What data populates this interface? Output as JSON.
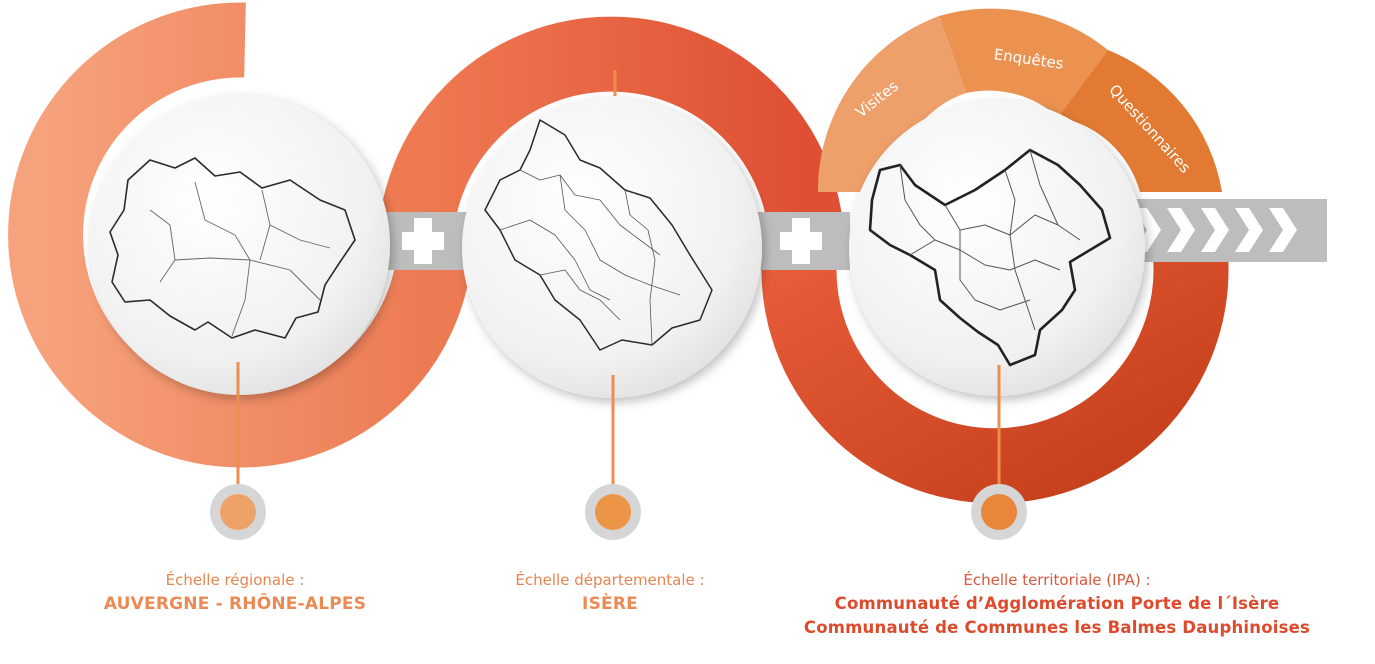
{
  "tabs": [
    "Visites",
    "Enquêtes",
    "Questionnaires"
  ],
  "scales": [
    {
      "subtitle": "Échelle régionale :",
      "title": "AUVERGNE - RHÔNE-ALPES"
    },
    {
      "subtitle": "Échelle départementale :",
      "title": "ISÈRE"
    },
    {
      "subtitle": "Échelle territoriale (IPA) :",
      "title_line1": "Communauté d’Agglomération Porte de l´Isère",
      "title_line2": "Communauté de Communes les Balmes Dauphinoises"
    }
  ],
  "icons": [
    "plus-icon",
    "plus-icon",
    "chevron-arrow-icon"
  ],
  "colors": {
    "orange_light": "#f2936a",
    "orange_mid": "#e8603c",
    "orange_dark": "#c9401f",
    "tab_light": "#eea06a",
    "tab_mid": "#eb9251",
    "tab_dark": "#e27a33",
    "gray_bar": "#bcbcbc",
    "pin": "#eb8f4f"
  }
}
